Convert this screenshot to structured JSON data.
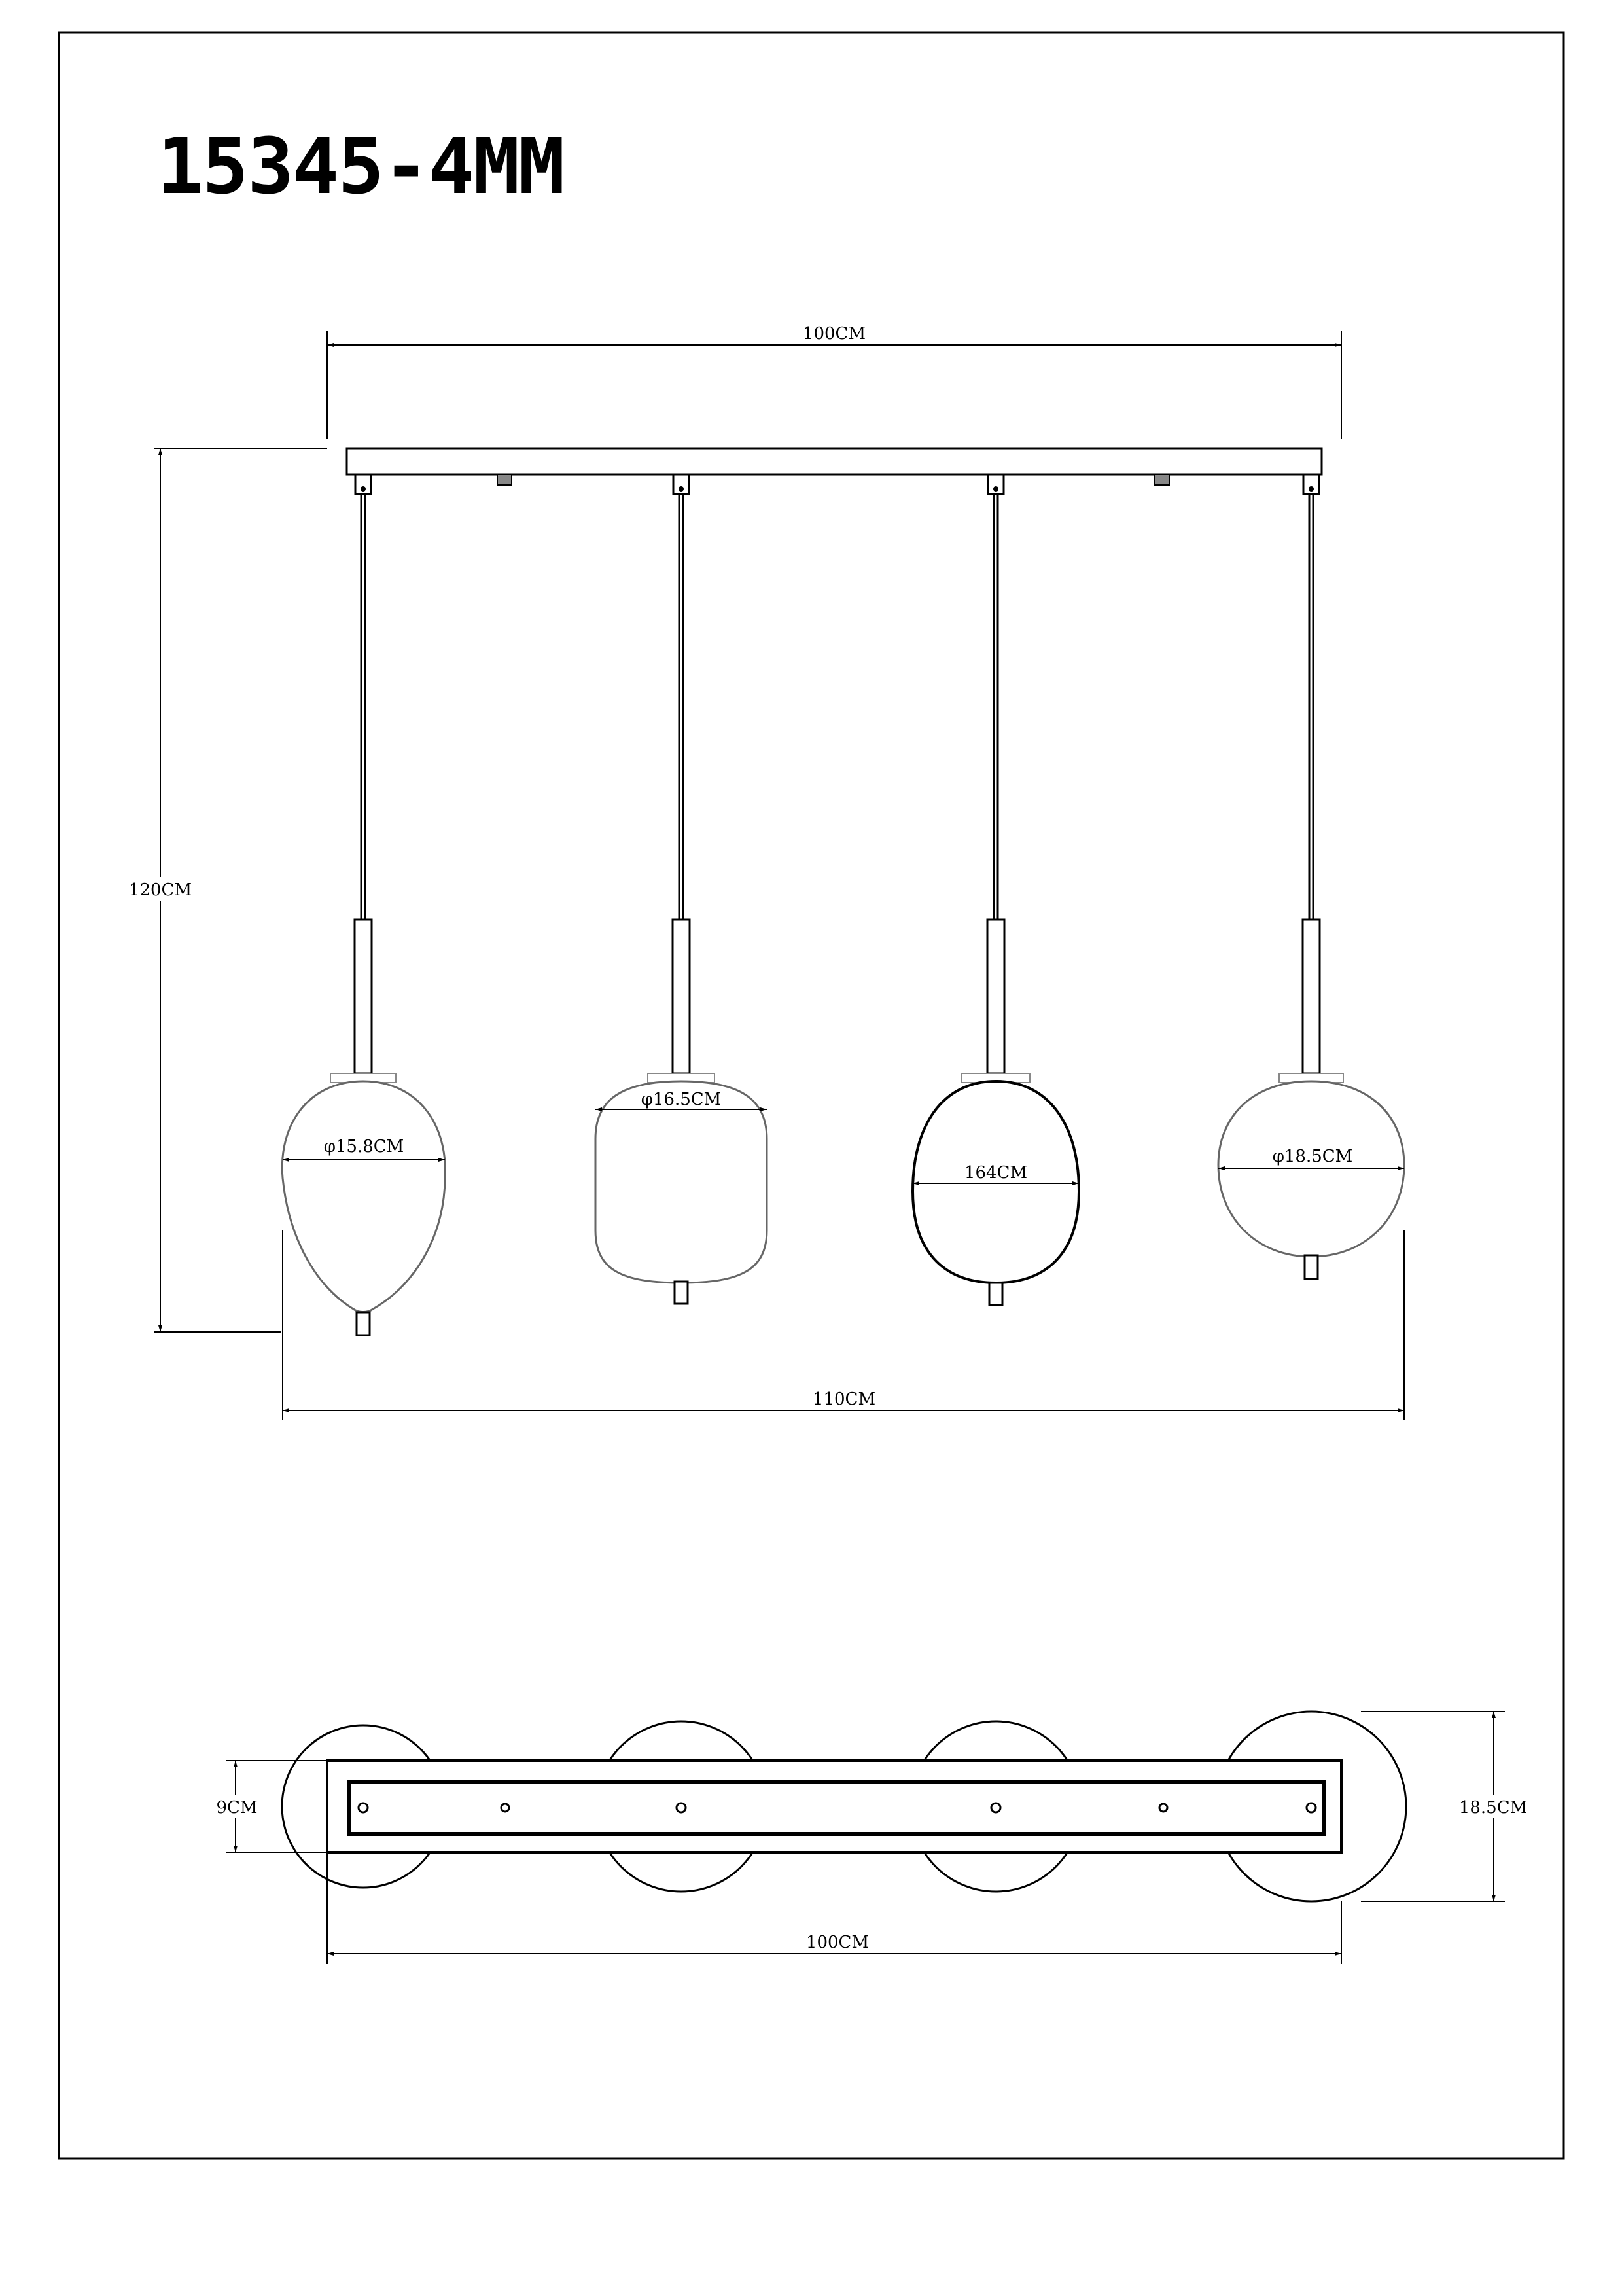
{
  "title": "15345-4MM",
  "front_view": {
    "width_label": "100CM",
    "height_label": "120CM",
    "total_width_label": "110CM",
    "shade_labels": [
      "φ15.8CM",
      "φ16.5CM",
      "164CM",
      "φ18.5CM"
    ]
  },
  "top_view": {
    "width_label": "100CM",
    "depth_label": "9CM",
    "shade_depth_label": "18.5CM"
  }
}
